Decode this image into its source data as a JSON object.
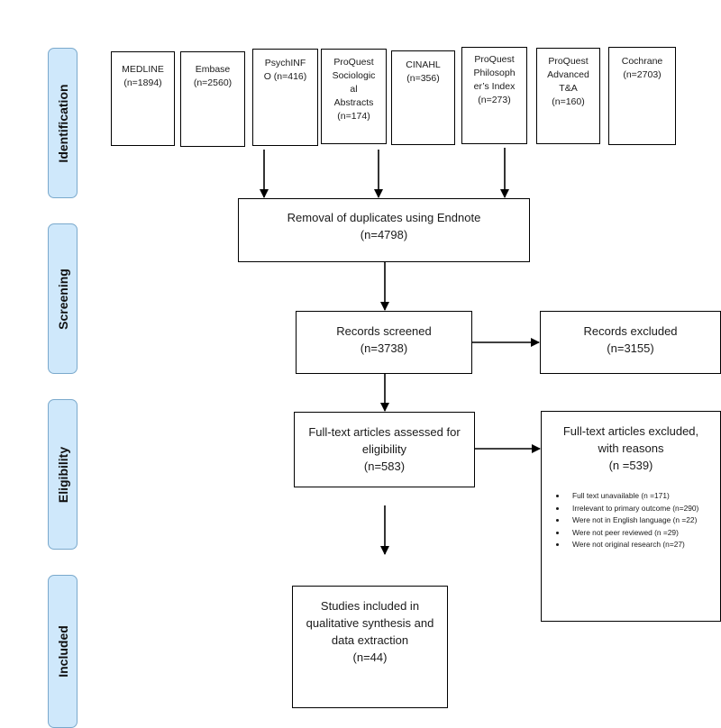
{
  "phases": {
    "identification": "Identification",
    "screening": "Screening",
    "eligibility": "Eligibility",
    "included": "Included"
  },
  "sources": [
    {
      "lines": [
        "MEDLINE",
        "(n=1894)"
      ]
    },
    {
      "lines": [
        "Embase",
        "(n=2560)"
      ]
    },
    {
      "lines": [
        "PsychINF",
        "O (n=416)"
      ]
    },
    {
      "lines": [
        "ProQuest",
        "Sociologic",
        "al",
        "Abstracts",
        "(n=174)"
      ]
    },
    {
      "lines": [
        "CINAHL",
        "(n=356)"
      ]
    },
    {
      "lines": [
        "ProQuest",
        "Philosoph",
        "er’s Index",
        "(n=273)"
      ]
    },
    {
      "lines": [
        "ProQuest",
        "Advanced",
        "T&A",
        "(n=160)"
      ]
    },
    {
      "lines": [
        "Cochrane",
        "(n=2703)"
      ]
    }
  ],
  "duplicates": {
    "line1": "Removal of duplicates using Endnote",
    "line2": "(n=4798)"
  },
  "screened": {
    "line1": "Records screened",
    "line2": "(n=3738)"
  },
  "excluded": {
    "line1": "Records excluded",
    "line2": "(n=3155)"
  },
  "fulltext": {
    "line1": "Full-text articles assessed for",
    "line2": "eligibility",
    "line3": "(n=583)"
  },
  "fulltext_excluded": {
    "line1": "Full-text articles excluded,",
    "line2": "with reasons",
    "line3": "(n =539)",
    "reasons": [
      "Full text unavailable (n =171)",
      "Irrelevant to primary outcome (n=290)",
      "Were not in English language (n =22)",
      "Were not peer reviewed (n =29)",
      "Were not original research (n=27)"
    ]
  },
  "included": {
    "line1": "Studies included in",
    "line2": "qualitative synthesis and",
    "line3": "data extraction",
    "line4": "(n=44)"
  }
}
